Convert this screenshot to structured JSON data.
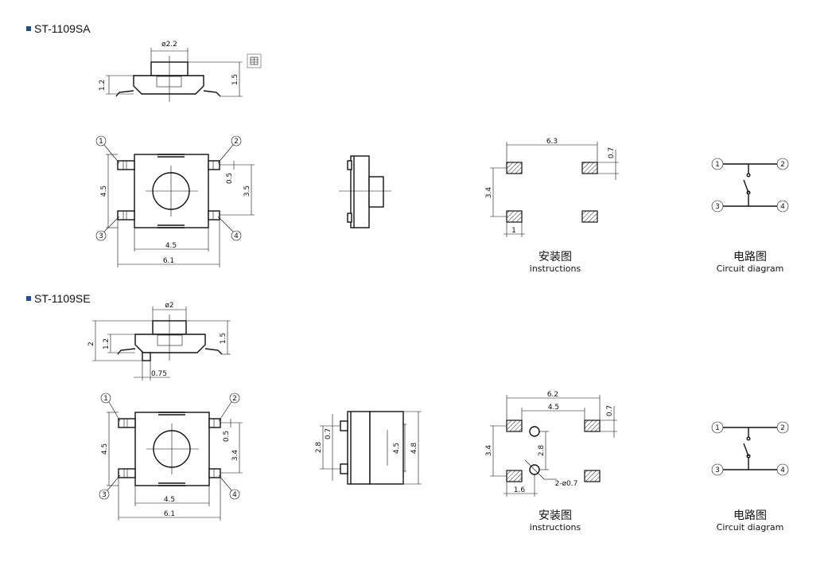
{
  "colors": {
    "bullet": "#1f4e9c",
    "line": "#111111",
    "background": "#ffffff",
    "tool_icon": "#555555"
  },
  "sections": [
    {
      "title": "ST-1109SA",
      "side_view": {
        "dia_label": "ø2.2",
        "left_height": "1.2",
        "right_height": "1.5"
      },
      "top_view": {
        "dims": {
          "width_inner": "4.5",
          "width_outer": "6.1",
          "height_left": "4.5",
          "pin_gap": "0.5",
          "pin_pitch": "3.5"
        },
        "pins": [
          "1",
          "2",
          "3",
          "4"
        ]
      },
      "mounting": {
        "caption": "安装图",
        "subcaption": "instructions",
        "dims": {
          "span": "6.3",
          "pad_h": "0.7",
          "vert": "3.4",
          "pad_w": "1"
        }
      },
      "circuit": {
        "caption": "电路图",
        "subcaption": "Circuit diagram",
        "pins": [
          "1",
          "2",
          "3",
          "4"
        ]
      }
    },
    {
      "title": "ST-1109SE",
      "side_view": {
        "dia_label": "ø2",
        "left_outer": "2",
        "left_height": "1.2",
        "right_height": "1.5",
        "bottom": "0.75"
      },
      "top_view": {
        "dims": {
          "width_inner": "4.5",
          "width_outer": "6.1",
          "height_left": "4.5",
          "pin_gap": "0.5",
          "pin_pitch": "3.4"
        },
        "pins": [
          "1",
          "2",
          "3",
          "4"
        ]
      },
      "end_view": {
        "dims": {
          "left_outer": "2.8",
          "left_inner": "0.7",
          "inner": "4.5",
          "outer": "4.8"
        }
      },
      "mounting": {
        "caption": "安装图",
        "subcaption": "instructions",
        "dims": {
          "span": "6.2",
          "inner_span": "4.5",
          "pad_h": "0.7",
          "vert": "3.4",
          "hole_vert": "2.8",
          "hole": "2-ø0.7",
          "pad_w": "1.6"
        }
      },
      "circuit": {
        "caption": "电路图",
        "subcaption": "Circuit diagram",
        "pins": [
          "1",
          "2",
          "3",
          "4"
        ]
      }
    }
  ]
}
